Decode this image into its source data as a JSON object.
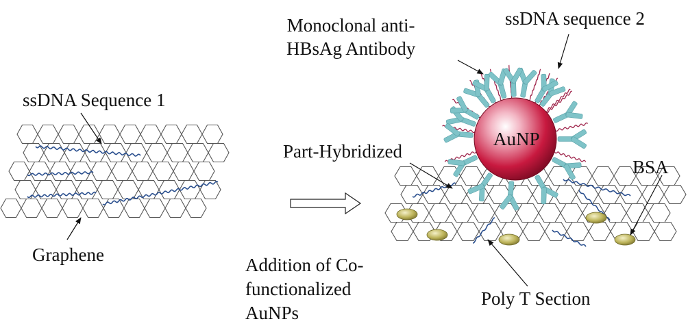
{
  "labels": {
    "ssdna1": "ssDNA Sequence 1",
    "graphene": "Graphene",
    "addition": [
      "Addition of Co-",
      "functionalized",
      "AuNPs"
    ],
    "monoclonal": [
      "Monoclonal anti-",
      "HBsAg Antibody"
    ],
    "ssdna2": "ssDNA sequence 2",
    "part_hybridized": "Part-Hybridized",
    "aunp": "AuNP",
    "bsa": "BSA",
    "poly_t": "Poly T Section"
  },
  "colors": {
    "graphene_edge": "#555555",
    "dna_strand": "#2a4f8e",
    "antibody": "#7fc3c8",
    "antibody_edge": "#5aa2a8",
    "ssdna2_strand": "#a0284e",
    "aunp_core": "#c8193f",
    "bsa": "#bdb45a"
  },
  "icons": [
    "reaction-arrow-icon",
    "gold-nanoparticle-icon",
    "antibody-icon",
    "bsa-protein-icon"
  ]
}
